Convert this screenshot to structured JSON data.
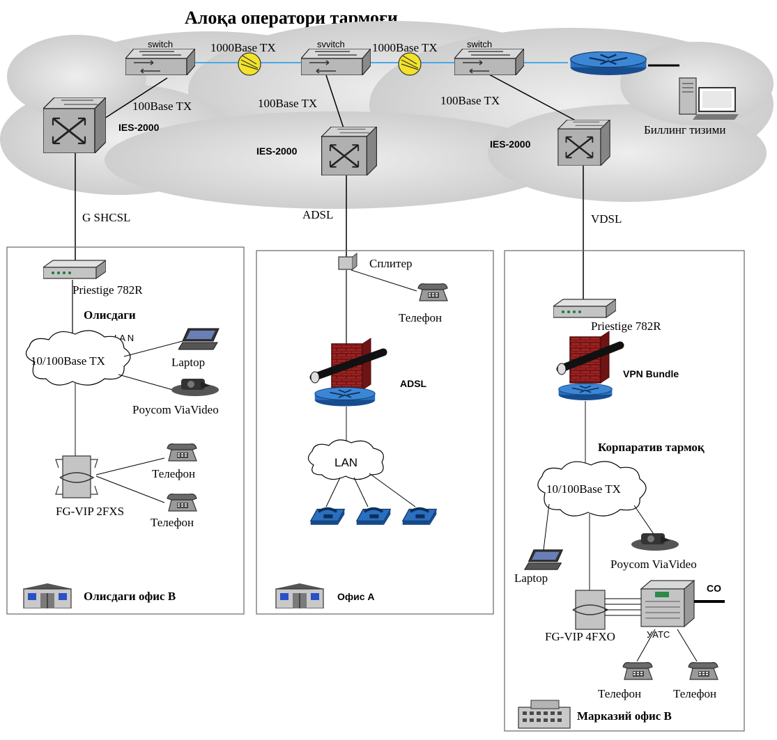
{
  "title": "Алоқа оператори тармоғи",
  "backbone": {
    "switch_label": "switch",
    "switch_label_alt": "svvitch",
    "link_1000": "1000Base TX",
    "link_100_left": "100Base TX",
    "link_100_mid": "100Base TX",
    "link_100_right": "100Base TX",
    "ies": "IES-2000",
    "billing": "Биллинг тизими"
  },
  "left_office": {
    "access_line": "G SHCSL",
    "modem": "Priestige 782R",
    "group_label": "Олисдаги",
    "lan_label": "LA N",
    "lan_cloud": "10/100Base TX",
    "laptop": "Laptop",
    "video": "Poycom ViaVideo",
    "gateway": "FG-VIP 2FXS",
    "phone": "Телефон",
    "office_name": "Олисдаги офис B"
  },
  "mid_office": {
    "access_line": "ADSL",
    "splitter": "Сплитер",
    "phone": "Телефон",
    "router_label": "ADSL",
    "lan_cloud": "LAN",
    "office_name": "Офис A"
  },
  "right_office": {
    "access_line": "VDSL",
    "modem": "Priestige 782R",
    "vpn": "VPN Bundle",
    "group_label": "Корпаратив тармоқ",
    "lan_cloud": "10/100Base TX",
    "laptop": "Laptop",
    "video": "Poycom ViaVideo",
    "gateway": "FG-VIP 4FXO",
    "co": "CO",
    "pbx": "УATC",
    "phone": "Телефон",
    "office_name": "Марказий офис B"
  },
  "colors": {
    "cloud": "#d6d6d6",
    "router_blue": "#1e5ea8",
    "firewall": "#8e1b1b",
    "phone_blue": "#2a6fc0",
    "yellow": "#f2e22a"
  }
}
